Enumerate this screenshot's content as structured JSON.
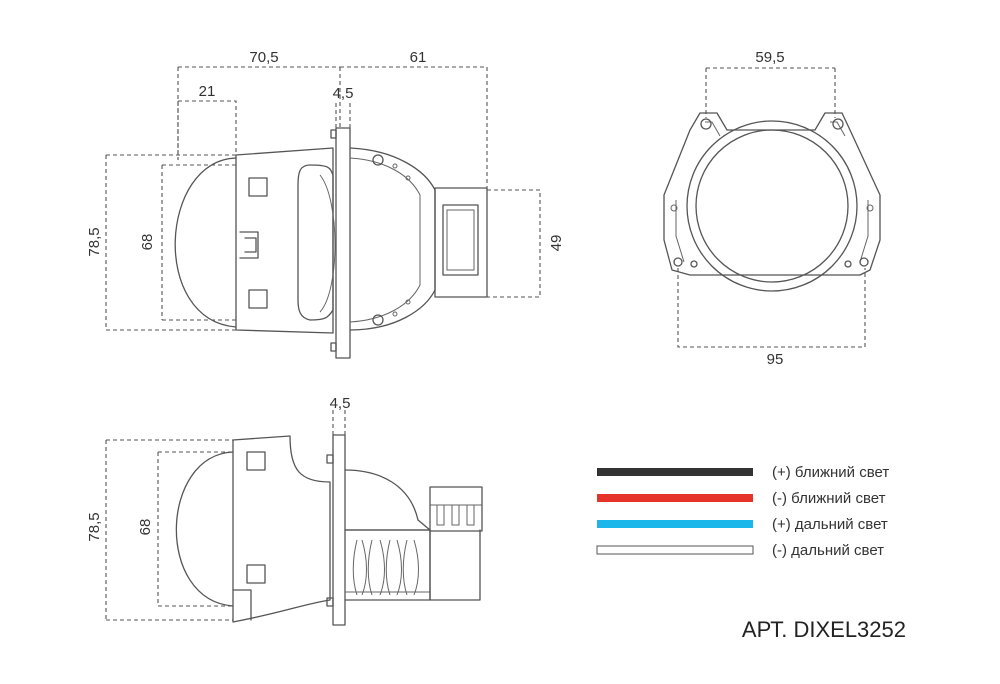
{
  "dimensions": {
    "top_width_total": "70,5",
    "top_width_right": "61",
    "top_lens_depth": "21",
    "top_flange": "4,5",
    "top_height_outer": "78,5",
    "top_height_lens": "68",
    "top_connector_height": "49",
    "front_hole_spacing_top": "59,5",
    "front_width": "95",
    "side_flange": "4,5",
    "side_height_outer": "78,5",
    "side_height_lens": "68"
  },
  "legend": {
    "items": [
      {
        "label": "(+) ближний свет",
        "color": "#333333"
      },
      {
        "label": "(-) ближний свет",
        "color": "#e5332a"
      },
      {
        "label": "(+) дальний свет",
        "color": "#1cb7ea"
      },
      {
        "label": "(-) дальний свет",
        "color": "#ffffff"
      }
    ]
  },
  "article": "АРТ. DIXEL3252"
}
